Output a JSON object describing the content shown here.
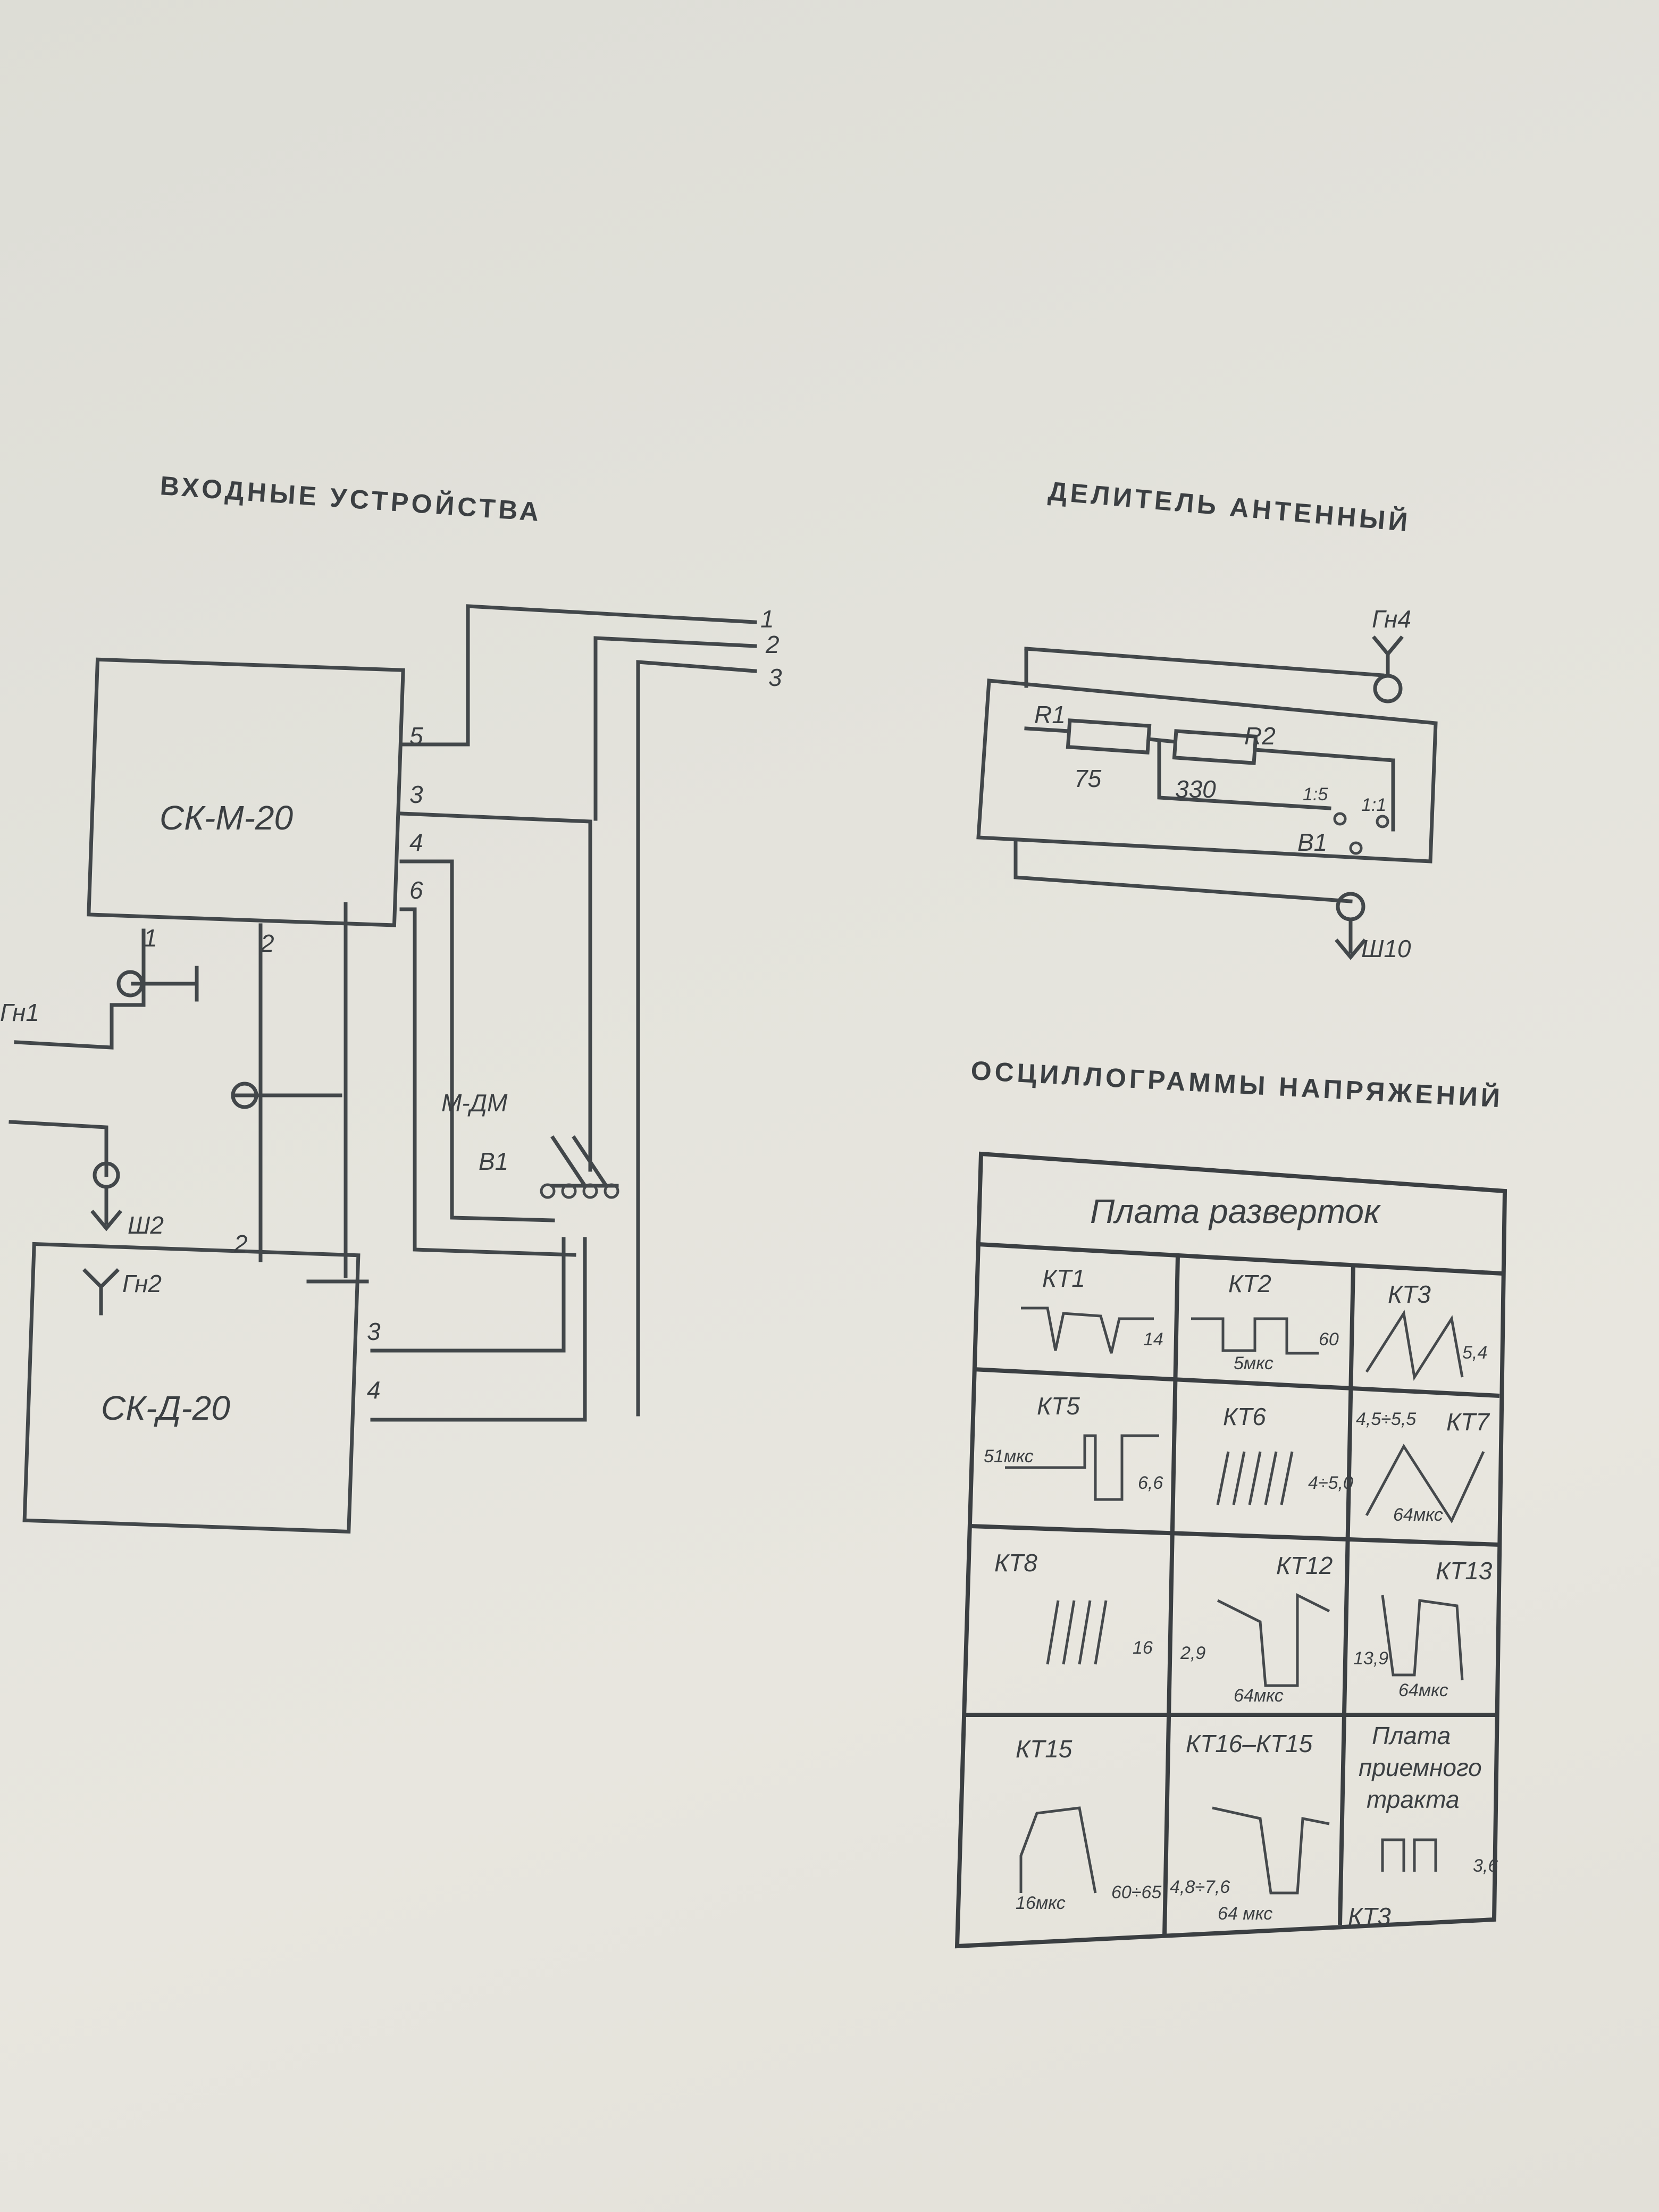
{
  "input_devices": {
    "heading": "ВХОДНЫЕ УСТРОЙСТВА",
    "block_top": "СК-М-20",
    "block_bottom": "СК-Д-20",
    "switch": "М-ДМ",
    "switch_ref": "В1",
    "outputs": [
      "1",
      "2",
      "3"
    ],
    "top_pins": [
      "5",
      "3",
      "4",
      "6",
      "1",
      "2"
    ],
    "bottom_pins": [
      "2",
      "3",
      "4"
    ],
    "jacks": [
      "Гн1",
      "Ш2",
      "Гн2"
    ]
  },
  "antenna_divider": {
    "heading": "ДЕЛИТЕЛЬ АНТЕННЫЙ",
    "r1_ref": "R1",
    "r1_value": "75",
    "r2_ref": "R2",
    "r2_value": "330",
    "switch_ref": "В1",
    "pos_a": "1:5",
    "pos_b": "1:1",
    "jack_top": "Гн4",
    "plug_bottom": "Ш10"
  },
  "oscillograms": {
    "heading": "ОСЦИЛЛОГРАММЫ НАПРЯЖЕНИЙ",
    "table_title": "Плата разверток",
    "cells": [
      {
        "name": "КТ1",
        "value": "14"
      },
      {
        "name": "КТ2",
        "value": "60",
        "note": "5мкс"
      },
      {
        "name": "КТ3",
        "value": "5,4"
      },
      {
        "name": "КТ5",
        "value": "6,6",
        "note": "51мкс"
      },
      {
        "name": "КТ6",
        "value": "4÷5,0"
      },
      {
        "name": "КТ7",
        "value": "4,5÷5,5",
        "note": "64мкс"
      },
      {
        "name": "КТ8",
        "value": "16"
      },
      {
        "name": "КТ12",
        "value": "2,9",
        "note": "64мкс"
      },
      {
        "name": "КТ13",
        "value": "13,9",
        "note": "64мкс"
      },
      {
        "name": "КТ15",
        "value": "60÷65",
        "note": "16мкс"
      },
      {
        "name": "КТ16–КТ15",
        "value": "4,8÷7,6",
        "note": "64 мкс"
      },
      {
        "name": "КТ3",
        "value": "3,6",
        "title_lines": [
          "Плата",
          "приемного",
          "тракта"
        ]
      }
    ]
  },
  "colors": {
    "paper": "#e4e3dc",
    "ink": "#3b3f42"
  }
}
